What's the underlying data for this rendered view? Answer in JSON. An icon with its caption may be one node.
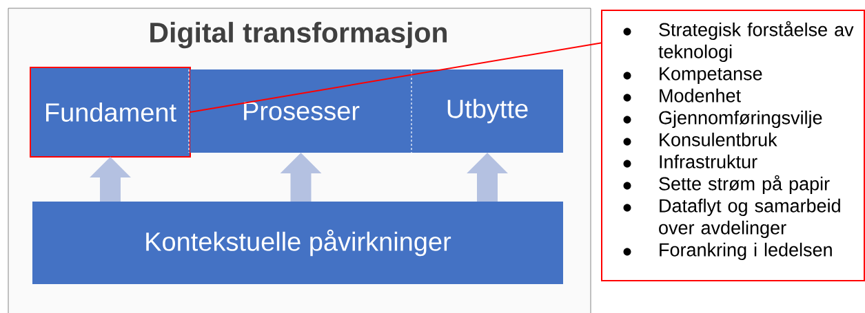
{
  "diagram": {
    "nodes": [
      {
        "text": [
          "Digital transformasjon"
        ]
      },
      {
        "text": [
          "Fundament"
        ],
        "in": 0
      },
      {
        "text": [
          "Prosesser"
        ],
        "in": 0
      },
      {
        "text": [
          "Utbytte"
        ],
        "in": 0
      },
      {
        "text": [
          "Kontekstuelle påvirkninger"
        ],
        "in": 0
      },
      {
        "text": [
          "Strategisk forståelse av teknologi",
          "Kompetanse",
          "Modenhet",
          "Gjennomføringsvilje",
          "Konsulentbruk",
          "Infrastruktur",
          "Sette strøm på papir",
          "Dataflyt og samarbeid over avdelinger",
          "Forankring i ledelsen"
        ]
      }
    ],
    "edges": [
      {
        "from": 4,
        "to": 1,
        "arrow": "to",
        "color": "#b4c1e1"
      },
      {
        "from": 4,
        "to": 2,
        "arrow": "to",
        "color": "#b4c1e1"
      },
      {
        "from": 4,
        "to": 3,
        "arrow": "to",
        "color": "#b4c1e1"
      },
      {
        "from": 1,
        "to": 5,
        "arrow": "none",
        "color": "#ff0000"
      }
    ]
  }
}
